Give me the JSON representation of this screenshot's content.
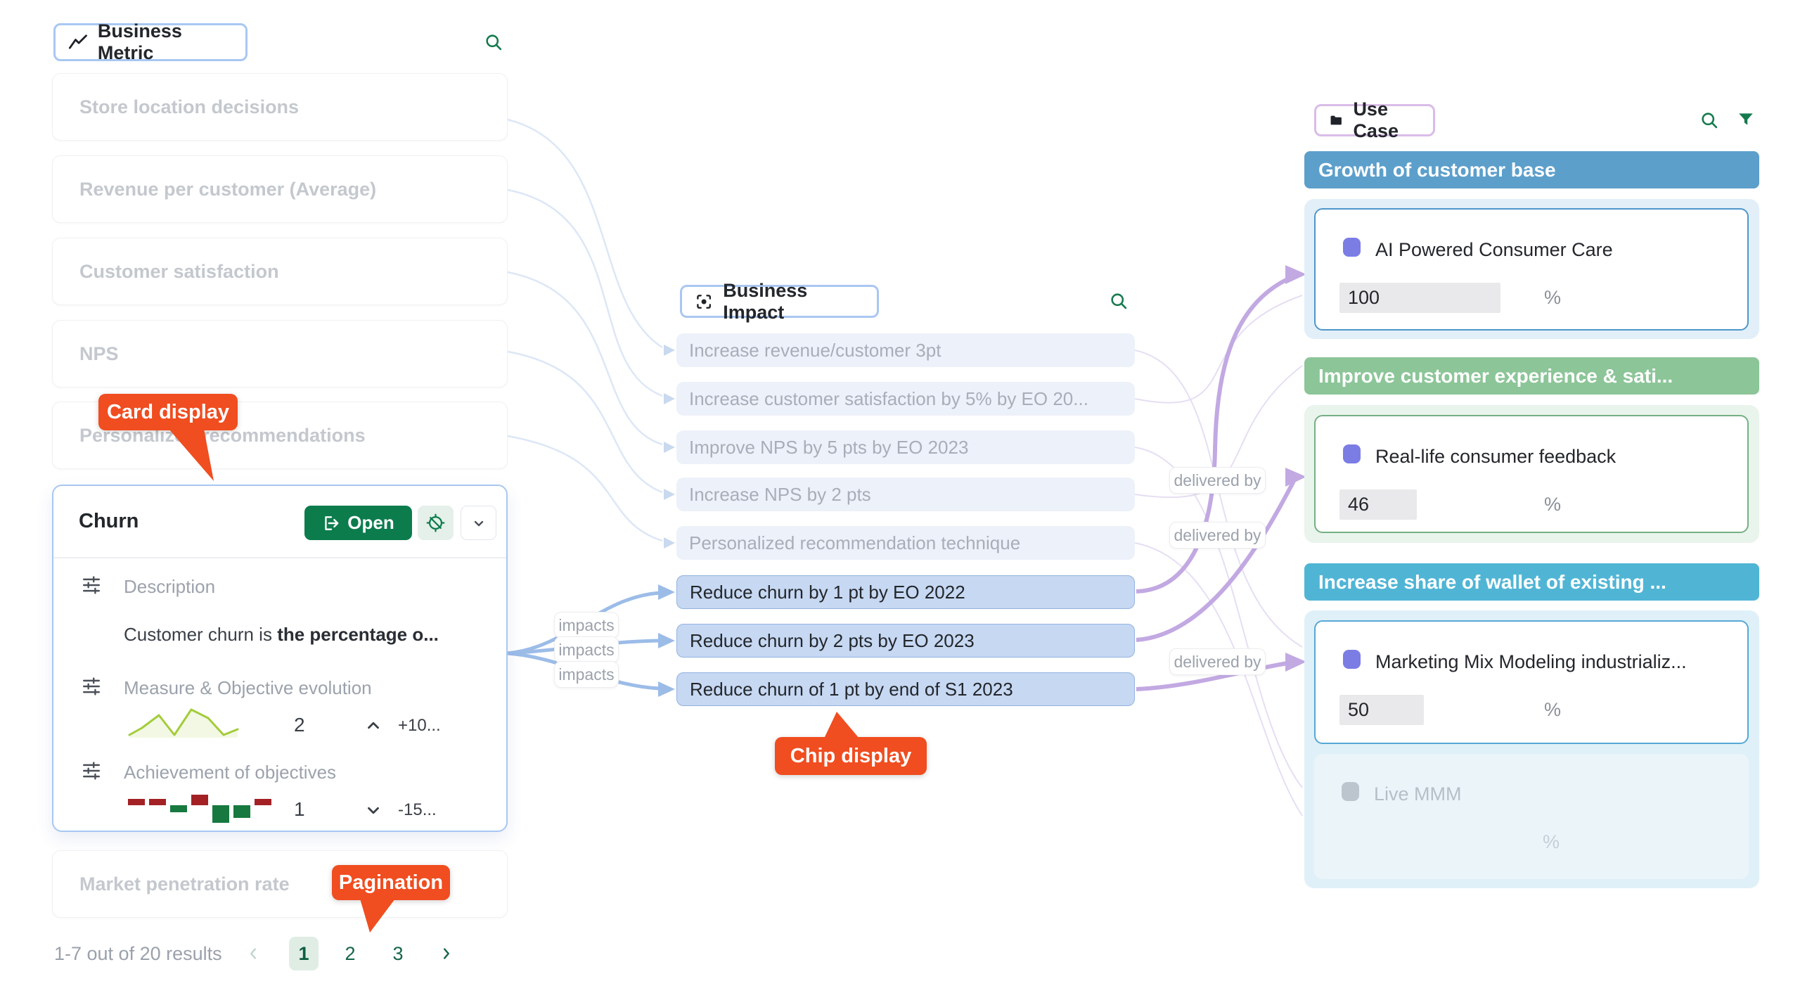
{
  "colors": {
    "accent_green": "#0c7c4d",
    "annotation_orange": "#f04d20",
    "metric_border_blue": "#a9c7f2",
    "usecase_border_purple": "#d9bce8",
    "chip_active_blue": "#c6d8f2",
    "edge_blue": "#9cbce8",
    "edge_purple": "#c2a9e2",
    "group_blue": "#5c9fcb",
    "group_green": "#8cc598",
    "group_cyan": "#50b5d5",
    "uc_icon_purple": "#7b7de4",
    "sparkline_green": "#a3cc3a",
    "bar_red": "#a32125",
    "bar_green": "#17793f"
  },
  "icons": {
    "metric": "trend-line",
    "impact": "focus-frame",
    "usecase": "folder",
    "search": "magnifier",
    "filter": "funnel",
    "open": "open-external",
    "hide_edges": "compass-off",
    "expand": "chevron-down",
    "field": "tune-sliders"
  },
  "metrics_panel": {
    "header_label": "Business Metric",
    "items": [
      "Store location decisions",
      "Revenue per customer (Average)",
      "Customer satisfaction",
      "NPS",
      "Personalized recommendations",
      "Market penetration rate"
    ],
    "churn_card": {
      "title": "Churn",
      "open_button": "Open",
      "fields": {
        "description": {
          "label": "Description",
          "value_regular": "Customer churn is ",
          "value_bold": "the percentage o..."
        },
        "evolution": {
          "label": "Measure & Objective evolution",
          "value": "2",
          "trend": "up",
          "delta": "+10...",
          "sparkline": [
            46,
            36,
            18,
            46,
            10,
            22,
            46,
            38
          ]
        },
        "achievement": {
          "label": "Achievement of objectives",
          "value": "1",
          "trend": "down",
          "delta": "-15...",
          "bars": [
            -9,
            -9,
            10,
            -15,
            26,
            18,
            -9
          ]
        }
      }
    },
    "pagination": {
      "summary": "1-7 out of 20 results",
      "pages": [
        "1",
        "2",
        "3"
      ],
      "active_page": "1"
    }
  },
  "impact_panel": {
    "header_label": "Business Impact",
    "chips": [
      {
        "label": "Increase revenue/customer 3pt",
        "active": false
      },
      {
        "label": "Increase customer satisfaction by 5% by EO 20...",
        "active": false
      },
      {
        "label": "Improve NPS by 5 pts by EO 2023",
        "active": false
      },
      {
        "label": "Increase NPS by 2 pts",
        "active": false
      },
      {
        "label": "Personalized recommendation technique",
        "active": false
      },
      {
        "label": "Reduce churn by 1 pt by EO 2022",
        "active": true
      },
      {
        "label": "Reduce churn by 2 pts by EO 2023",
        "active": true
      },
      {
        "label": "Reduce churn of 1 pt by end of S1 2023",
        "active": true
      }
    ]
  },
  "usecase_panel": {
    "header_label": "Use Case",
    "groups": [
      {
        "title": "Growth of customer base",
        "header_color": "#5c9fcb",
        "cards": [
          {
            "title": "AI Powered Consumer Care",
            "value": "100",
            "unit": "%",
            "disabled": false
          }
        ]
      },
      {
        "title": "Improve customer experience & sati...",
        "header_color": "#8cc598",
        "cards": [
          {
            "title": "Real-life consumer feedback",
            "value": "46",
            "unit": "%",
            "disabled": false
          }
        ]
      },
      {
        "title": "Increase share of wallet of existing ...",
        "header_color": "#50b5d5",
        "cards": [
          {
            "title": "Marketing Mix Modeling industrializ...",
            "value": "50",
            "unit": "%",
            "disabled": false
          },
          {
            "title": "Live MMM",
            "value": "",
            "unit": "%",
            "disabled": true
          }
        ]
      }
    ]
  },
  "edge_labels": {
    "impacts": [
      "impacts",
      "impacts",
      "impacts"
    ],
    "delivered_by": [
      "delivered by",
      "delivered by",
      "delivered by"
    ]
  },
  "annotations": {
    "card_display": "Card display",
    "chip_display": "Chip display",
    "pagination": "Pagination"
  }
}
